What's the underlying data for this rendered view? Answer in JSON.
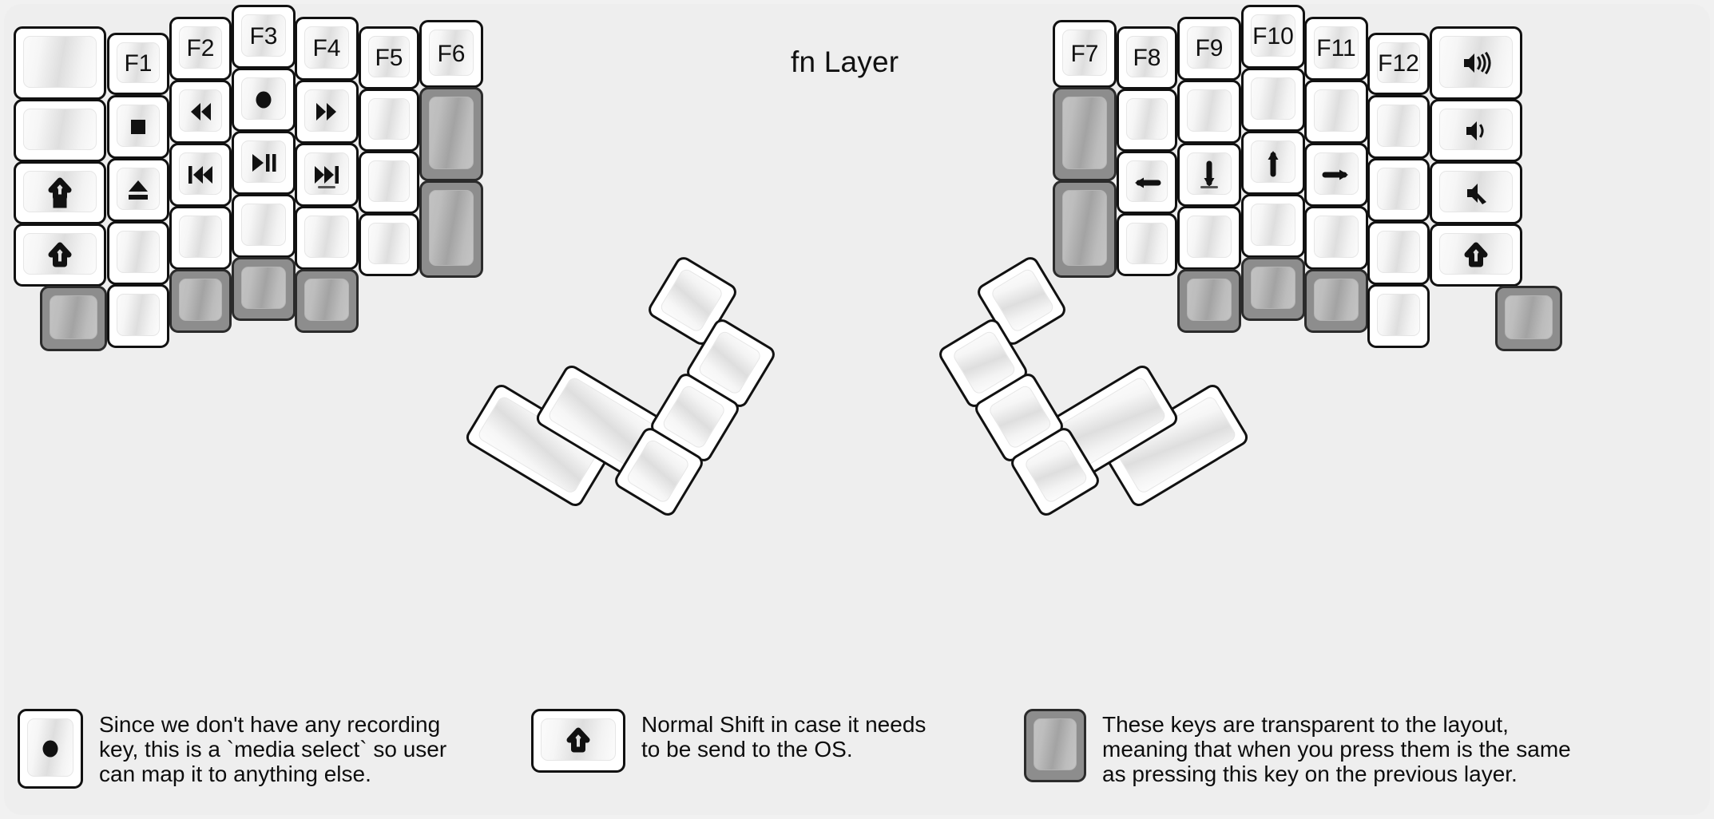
{
  "title": "fn Layer",
  "colors": {
    "background": "#f1f1f1",
    "panel": "#eeeeee",
    "key_face": "#ffffff",
    "key_border": "#111111",
    "transparent_key": "#8d8d8d",
    "text": "#111111"
  },
  "legend": [
    {
      "id": "record-legend",
      "icon": "record-dot-icon",
      "key_style": "normal",
      "text": "Since we don't have any recording\nkey, this is a `media select` so user\ncan map it to anything else."
    },
    {
      "id": "shift-legend",
      "icon": "shift-arrow-icon",
      "key_style": "normal",
      "text": "Normal Shift in case it needs\nto be send to the OS."
    },
    {
      "id": "transparent-legend",
      "icon": "",
      "key_style": "transparent",
      "text": "These keys are transparent to the layout,\nmeaning that when you press them is the same\nas pressing this key on the previous layer."
    }
  ],
  "left_half": {
    "columns": [
      {
        "name": "pinky-outer-column",
        "keys": [
          {
            "label": "",
            "icon": "",
            "style": "normal"
          },
          {
            "label": "",
            "icon": "",
            "style": "normal"
          },
          {
            "label": "",
            "icon": "caps-lock-icon",
            "style": "normal"
          },
          {
            "label": "",
            "icon": "shift-arrow-icon",
            "style": "normal"
          },
          {
            "label": "",
            "icon": "",
            "style": "transparent"
          }
        ]
      },
      {
        "name": "pinky-column",
        "keys": [
          {
            "label": "F1",
            "icon": "",
            "style": "normal"
          },
          {
            "label": "",
            "icon": "media-stop-icon",
            "style": "normal"
          },
          {
            "label": "",
            "icon": "media-eject-icon",
            "style": "normal"
          },
          {
            "label": "",
            "icon": "",
            "style": "normal"
          },
          {
            "label": "",
            "icon": "",
            "style": "normal"
          }
        ]
      },
      {
        "name": "ring-column",
        "keys": [
          {
            "label": "F2",
            "icon": "",
            "style": "normal"
          },
          {
            "label": "",
            "icon": "media-rewind-icon",
            "style": "normal"
          },
          {
            "label": "",
            "icon": "media-prev-track-icon",
            "style": "normal"
          },
          {
            "label": "",
            "icon": "",
            "style": "normal"
          },
          {
            "label": "",
            "icon": "",
            "style": "transparent"
          }
        ]
      },
      {
        "name": "middle-column",
        "keys": [
          {
            "label": "F3",
            "icon": "",
            "style": "normal"
          },
          {
            "label": "",
            "icon": "record-dot-icon",
            "style": "normal"
          },
          {
            "label": "",
            "icon": "media-play-pause-icon",
            "style": "normal"
          },
          {
            "label": "",
            "icon": "",
            "style": "normal"
          },
          {
            "label": "",
            "icon": "",
            "style": "transparent"
          }
        ]
      },
      {
        "name": "index-column",
        "keys": [
          {
            "label": "F4",
            "icon": "",
            "style": "normal"
          },
          {
            "label": "",
            "icon": "media-fastforward-icon",
            "style": "normal"
          },
          {
            "label": "",
            "icon": "media-next-track-icon",
            "style": "normal",
            "homing": true
          },
          {
            "label": "",
            "icon": "",
            "style": "normal"
          },
          {
            "label": "",
            "icon": "",
            "style": "transparent"
          }
        ]
      },
      {
        "name": "inner-column",
        "keys": [
          {
            "label": "F5",
            "icon": "",
            "style": "normal"
          },
          {
            "label": "",
            "icon": "",
            "style": "normal"
          },
          {
            "label": "",
            "icon": "",
            "style": "normal"
          },
          {
            "label": "",
            "icon": "",
            "style": "normal"
          }
        ]
      },
      {
        "name": "inner-extra-column",
        "keys": [
          {
            "label": "F6",
            "icon": "",
            "style": "normal"
          },
          {
            "label": "",
            "icon": "",
            "style": "transparent",
            "tall": true
          },
          {
            "label": "",
            "icon": "",
            "style": "transparent",
            "tall": true
          }
        ]
      }
    ],
    "thumb_cluster": [
      {
        "name": "thumb-big-outer",
        "icon": "",
        "style": "normal",
        "size": "2u"
      },
      {
        "name": "thumb-big-inner",
        "icon": "",
        "style": "normal",
        "size": "2u"
      },
      {
        "name": "thumb-top",
        "icon": "",
        "style": "normal",
        "size": "1u"
      },
      {
        "name": "thumb-top-outer",
        "icon": "",
        "style": "normal",
        "size": "1u"
      },
      {
        "name": "thumb-mid",
        "icon": "",
        "style": "normal",
        "size": "1u"
      },
      {
        "name": "thumb-bottom",
        "icon": "",
        "style": "normal",
        "size": "1u"
      }
    ]
  },
  "right_half": {
    "columns": [
      {
        "name": "inner-extra-column",
        "keys": [
          {
            "label": "F7",
            "icon": "",
            "style": "normal"
          },
          {
            "label": "",
            "icon": "",
            "style": "transparent",
            "tall": true
          },
          {
            "label": "",
            "icon": "",
            "style": "transparent",
            "tall": true
          }
        ]
      },
      {
        "name": "inner-column",
        "keys": [
          {
            "label": "F8",
            "icon": "",
            "style": "normal"
          },
          {
            "label": "",
            "icon": "",
            "style": "normal"
          },
          {
            "label": "",
            "icon": "arrow-left-icon",
            "style": "normal"
          },
          {
            "label": "",
            "icon": "",
            "style": "normal"
          }
        ]
      },
      {
        "name": "index-column",
        "keys": [
          {
            "label": "F9",
            "icon": "",
            "style": "normal"
          },
          {
            "label": "",
            "icon": "",
            "style": "normal"
          },
          {
            "label": "",
            "icon": "arrow-down-icon",
            "style": "normal",
            "homing": true
          },
          {
            "label": "",
            "icon": "",
            "style": "normal"
          },
          {
            "label": "",
            "icon": "",
            "style": "transparent"
          }
        ]
      },
      {
        "name": "middle-column",
        "keys": [
          {
            "label": "F10",
            "icon": "",
            "style": "normal"
          },
          {
            "label": "",
            "icon": "",
            "style": "normal"
          },
          {
            "label": "",
            "icon": "arrow-up-icon",
            "style": "normal"
          },
          {
            "label": "",
            "icon": "",
            "style": "normal"
          },
          {
            "label": "",
            "icon": "",
            "style": "transparent"
          }
        ]
      },
      {
        "name": "ring-column",
        "keys": [
          {
            "label": "F11",
            "icon": "",
            "style": "normal"
          },
          {
            "label": "",
            "icon": "",
            "style": "normal"
          },
          {
            "label": "",
            "icon": "arrow-right-icon",
            "style": "normal"
          },
          {
            "label": "",
            "icon": "",
            "style": "normal"
          },
          {
            "label": "",
            "icon": "",
            "style": "transparent"
          }
        ]
      },
      {
        "name": "pinky-column",
        "keys": [
          {
            "label": "F12",
            "icon": "",
            "style": "normal"
          },
          {
            "label": "",
            "icon": "",
            "style": "normal"
          },
          {
            "label": "",
            "icon": "",
            "style": "normal"
          },
          {
            "label": "",
            "icon": "",
            "style": "normal"
          },
          {
            "label": "",
            "icon": "",
            "style": "normal"
          }
        ]
      },
      {
        "name": "pinky-outer-column",
        "keys": [
          {
            "label": "",
            "icon": "volume-up-icon",
            "style": "normal"
          },
          {
            "label": "",
            "icon": "volume-down-icon",
            "style": "normal"
          },
          {
            "label": "",
            "icon": "volume-mute-icon",
            "style": "normal"
          },
          {
            "label": "",
            "icon": "shift-arrow-icon",
            "style": "normal"
          },
          {
            "label": "",
            "icon": "",
            "style": "transparent"
          }
        ]
      }
    ],
    "thumb_cluster": [
      {
        "name": "thumb-big-outer",
        "icon": "",
        "style": "normal",
        "size": "2u"
      },
      {
        "name": "thumb-big-inner",
        "icon": "",
        "style": "normal",
        "size": "2u"
      },
      {
        "name": "thumb-top",
        "icon": "",
        "style": "normal",
        "size": "1u"
      },
      {
        "name": "thumb-top-outer",
        "icon": "",
        "style": "normal",
        "size": "1u"
      },
      {
        "name": "thumb-mid",
        "icon": "",
        "style": "normal",
        "size": "1u"
      },
      {
        "name": "thumb-bottom",
        "icon": "",
        "style": "normal",
        "size": "1u"
      }
    ]
  }
}
